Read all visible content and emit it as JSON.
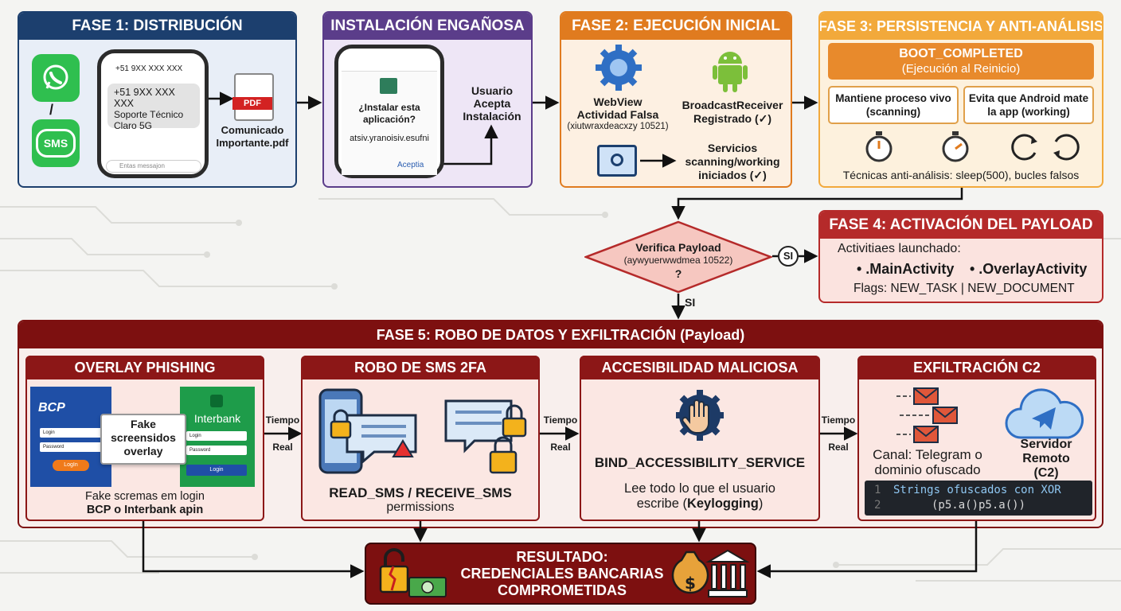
{
  "colors": {
    "phase1": "#1c3f6e",
    "install": "#5b3d8a",
    "phase2": "#e07b1f",
    "phase3": "#f2a93b",
    "phase4": "#b52a2a",
    "phase5": "#7d1010",
    "result": "#7d1010"
  },
  "phase1": {
    "title": "FASE 1: DISTRIBUCIÓN",
    "phone_number": "+51 9XX XXX XXX",
    "message_number": "+51 9XX XXX XXX",
    "message_line1": "Soporte Técnico",
    "message_line2": "Claro 5G",
    "input_placeholder": "Entas messajon",
    "separator": "/",
    "sms_label": "SMS",
    "pdf_label": "PDF",
    "file_line1": "Comunicado",
    "file_line2": "Importante.pdf"
  },
  "install": {
    "title": "INSTALACIÓN ENGAÑOSA",
    "dialog_line1": "¿Instalar esta",
    "dialog_line2": "aplicación?",
    "package": "atsiv.yranoisiv.esufni",
    "accept": "Aceptia",
    "user_line1": "Usuario",
    "user_line2": "Acepta",
    "user_line3": "Instalación"
  },
  "phase2": {
    "title": "FASE 2: EJECUCIÓN INICIAL",
    "webview_line1": "WebView",
    "webview_line2": "Actividad Falsa",
    "webview_id": "(xiutwraxdeacxzy 10521)",
    "broadcast_line1": "BroadcastReceiver",
    "broadcast_line2": "Registrado (✓)",
    "services_line1": "Servicios",
    "services_line2": "scanning/working",
    "services_line3": "iniciados (✓)"
  },
  "phase3": {
    "title": "FASE 3: PERSISTENCIA Y ANTI-ANÁLISIS",
    "boot_title": "BOOT_COMPLETED",
    "boot_sub": "(Ejecución al Reinicio)",
    "keep_line1": "Mantiene proceso vivo",
    "keep_line2": "(scanning)",
    "avoid_line1": "Evita que Android mate",
    "avoid_line2": "la app (working)",
    "techniques": "Técnicas anti-análisis: sleep(500), bucles falsos"
  },
  "decision": {
    "line1": "Verifica Payload",
    "line2": "(aywyuerwwdmea 10522)",
    "line3": "?",
    "yes_right": "SI",
    "yes_down": "SI"
  },
  "phase4": {
    "title": "FASE 4: ACTIVACIÓN DEL PAYLOAD",
    "intro": "Activitiaes launchado:",
    "activity1": "• .MainActivity",
    "activity2": "• .OverlayActivity",
    "flags": "Flags: NEW_TASK | NEW_DOCUMENT"
  },
  "phase5": {
    "title": "FASE 5: ROBO DE DATOS Y EXFILTRACIÓN (Payload)",
    "overlay": {
      "title": "OVERLAY PHISHING",
      "bcp": "BCP",
      "interbank": "Interbank",
      "login_field": "Login",
      "password_field": "Password",
      "login_button_bcp": "LogIn",
      "login_button_ib": "Login",
      "fake_line1": "Fake",
      "fake_line2": "screensidos",
      "fake_line3": "overlay",
      "caption_line1": "Fake scremas em login",
      "caption_line2": "BCP o Interbank apin"
    },
    "sms": {
      "title": "ROBO DE SMS 2FA",
      "perm_line1": "READ_SMS / RECEIVE_SMS",
      "perm_line2": "permissions"
    },
    "access": {
      "title": "ACCESIBILIDAD MALICIOSA",
      "service": "BIND_ACCESSIBILITY_SERVICE",
      "desc_line1": "Lee todo lo que el usuario",
      "desc_prefix": "escribe (",
      "desc_bold": "Keylogging",
      "desc_suffix": ")"
    },
    "exfil": {
      "title": "EXFILTRACIÓN C2",
      "channel_line1": "Canal: Telegram o",
      "channel_line2": "dominio ofuscado",
      "server_line1": "Servidor",
      "server_line2": "Remoto",
      "server_line3": "(C2)",
      "code_ln1": "1",
      "code_ln2": "2",
      "code_line1": "Strings ofuscados con XOR",
      "code_line2": "(p5.a()p5.a())"
    },
    "realtime_word1": "Tiempo",
    "realtime_word2": "Real"
  },
  "result": {
    "line1": "RESULTADO:",
    "line2": "CREDENCIALES BANCARIAS",
    "line3": "COMPROMETIDAS"
  }
}
